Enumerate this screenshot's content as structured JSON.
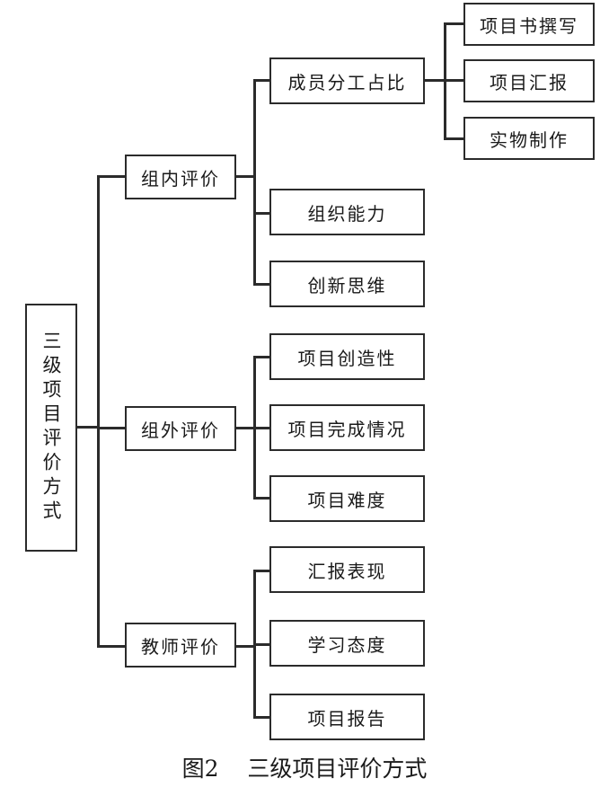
{
  "diagram": {
    "root": {
      "label": "三级项目评价方式"
    },
    "level1": [
      {
        "label": "组内评价"
      },
      {
        "label": "组外评价"
      },
      {
        "label": "教师评价"
      }
    ],
    "level2": [
      {
        "label": "成员分工占比"
      },
      {
        "label": "组织能力"
      },
      {
        "label": "创新思维"
      },
      {
        "label": "项目创造性"
      },
      {
        "label": "项目完成情况"
      },
      {
        "label": "项目难度"
      },
      {
        "label": "汇报表现"
      },
      {
        "label": "学习态度"
      },
      {
        "label": "项目报告"
      }
    ],
    "level3": [
      {
        "label": "项目书撰写"
      },
      {
        "label": "项目汇报"
      },
      {
        "label": "实物制作"
      }
    ]
  },
  "caption": {
    "number": "图2",
    "text": "三级项目评价方式"
  }
}
